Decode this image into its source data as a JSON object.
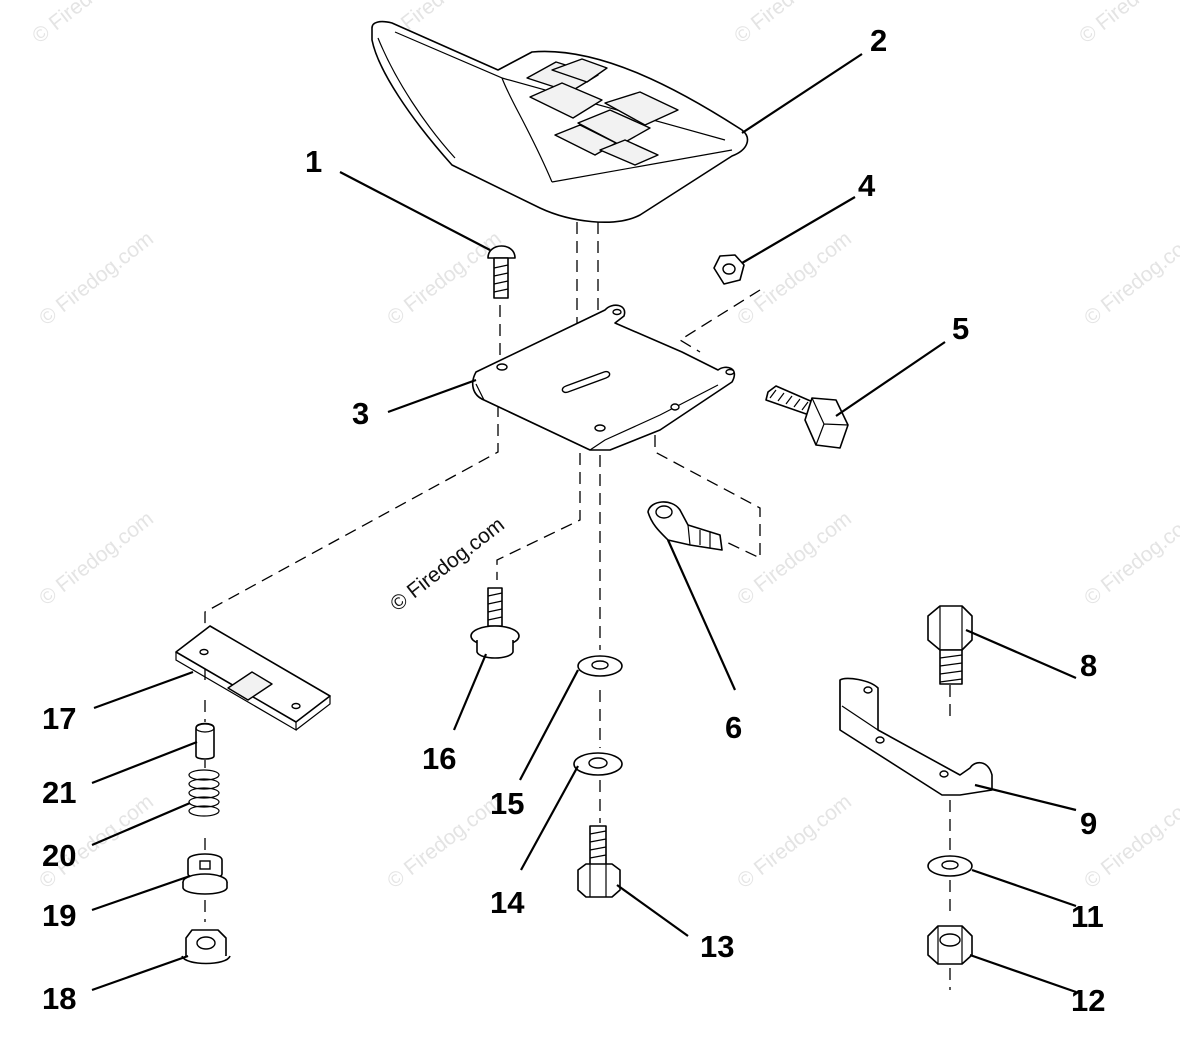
{
  "watermark": "© Firedog.com",
  "callouts": [
    {
      "id": "1",
      "label": "1"
    },
    {
      "id": "2",
      "label": "2"
    },
    {
      "id": "3",
      "label": "3"
    },
    {
      "id": "4",
      "label": "4"
    },
    {
      "id": "5",
      "label": "5"
    },
    {
      "id": "6",
      "label": "6"
    },
    {
      "id": "8",
      "label": "8"
    },
    {
      "id": "9",
      "label": "9"
    },
    {
      "id": "11",
      "label": "11"
    },
    {
      "id": "12",
      "label": "12"
    },
    {
      "id": "13",
      "label": "13"
    },
    {
      "id": "14",
      "label": "14"
    },
    {
      "id": "15",
      "label": "15"
    },
    {
      "id": "16",
      "label": "16"
    },
    {
      "id": "17",
      "label": "17"
    },
    {
      "id": "18",
      "label": "18"
    },
    {
      "id": "19",
      "label": "19"
    },
    {
      "id": "20",
      "label": "20"
    },
    {
      "id": "21",
      "label": "21"
    }
  ]
}
